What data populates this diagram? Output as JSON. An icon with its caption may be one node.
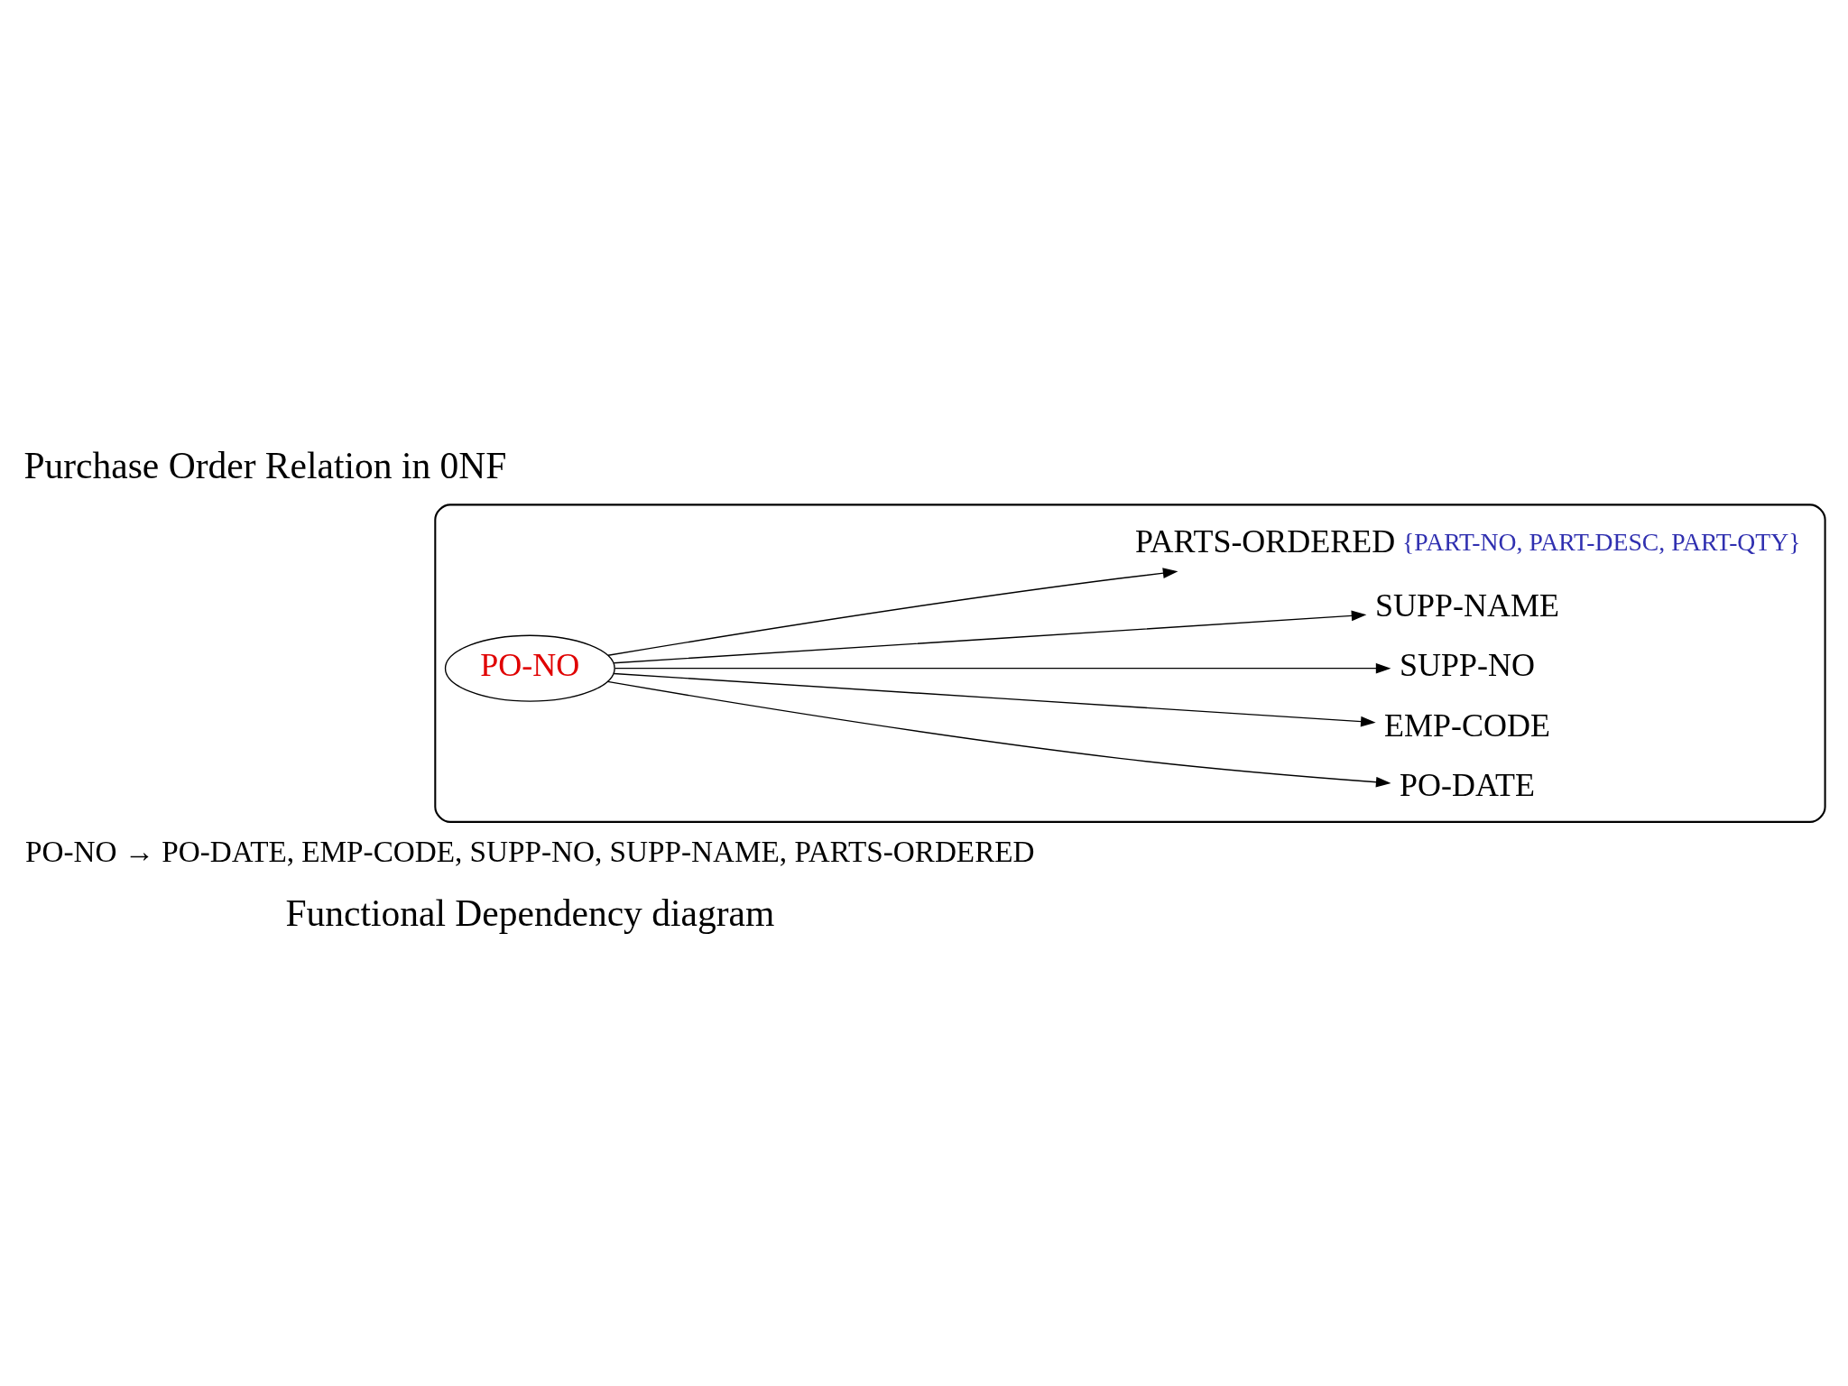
{
  "diagram": {
    "title": "Purchase Order Relation in 0NF",
    "nodes": [
      {
        "text": [],
        "shape": "cloud"
      },
      {
        "text": [
          "PO-NO"
        ],
        "in": 0
      },
      {
        "text": [
          "PO-DATE"
        ],
        "in": 0
      },
      {
        "text": [
          "EMP-CODE"
        ],
        "in": 0
      },
      {
        "text": [
          "SUPP-NO"
        ],
        "in": 0
      },
      {
        "text": [
          "SUPP-NAME"
        ],
        "in": 0
      },
      {
        "text": [
          "PARTS-ORDERED"
        ],
        "in": 0,
        "beside": [
          "{PART-NO, PART-DESC, PART-QTY}"
        ]
      }
    ],
    "edges": [
      {
        "from": 1,
        "to": 2,
        "arrow": "to"
      },
      {
        "from": 1,
        "to": 3,
        "arrow": "to"
      },
      {
        "from": 1,
        "to": 4,
        "arrow": "to"
      },
      {
        "from": 1,
        "to": 5,
        "arrow": "to"
      },
      {
        "from": 1,
        "to": 6,
        "arrow": "to"
      }
    ],
    "labels": [
      "Functional Dependency diagram",
      "PO-NO → PO-DATE, EMP-CODE, SUPP-NO, SUPP-NAME, PARTS-ORDERED"
    ]
  }
}
